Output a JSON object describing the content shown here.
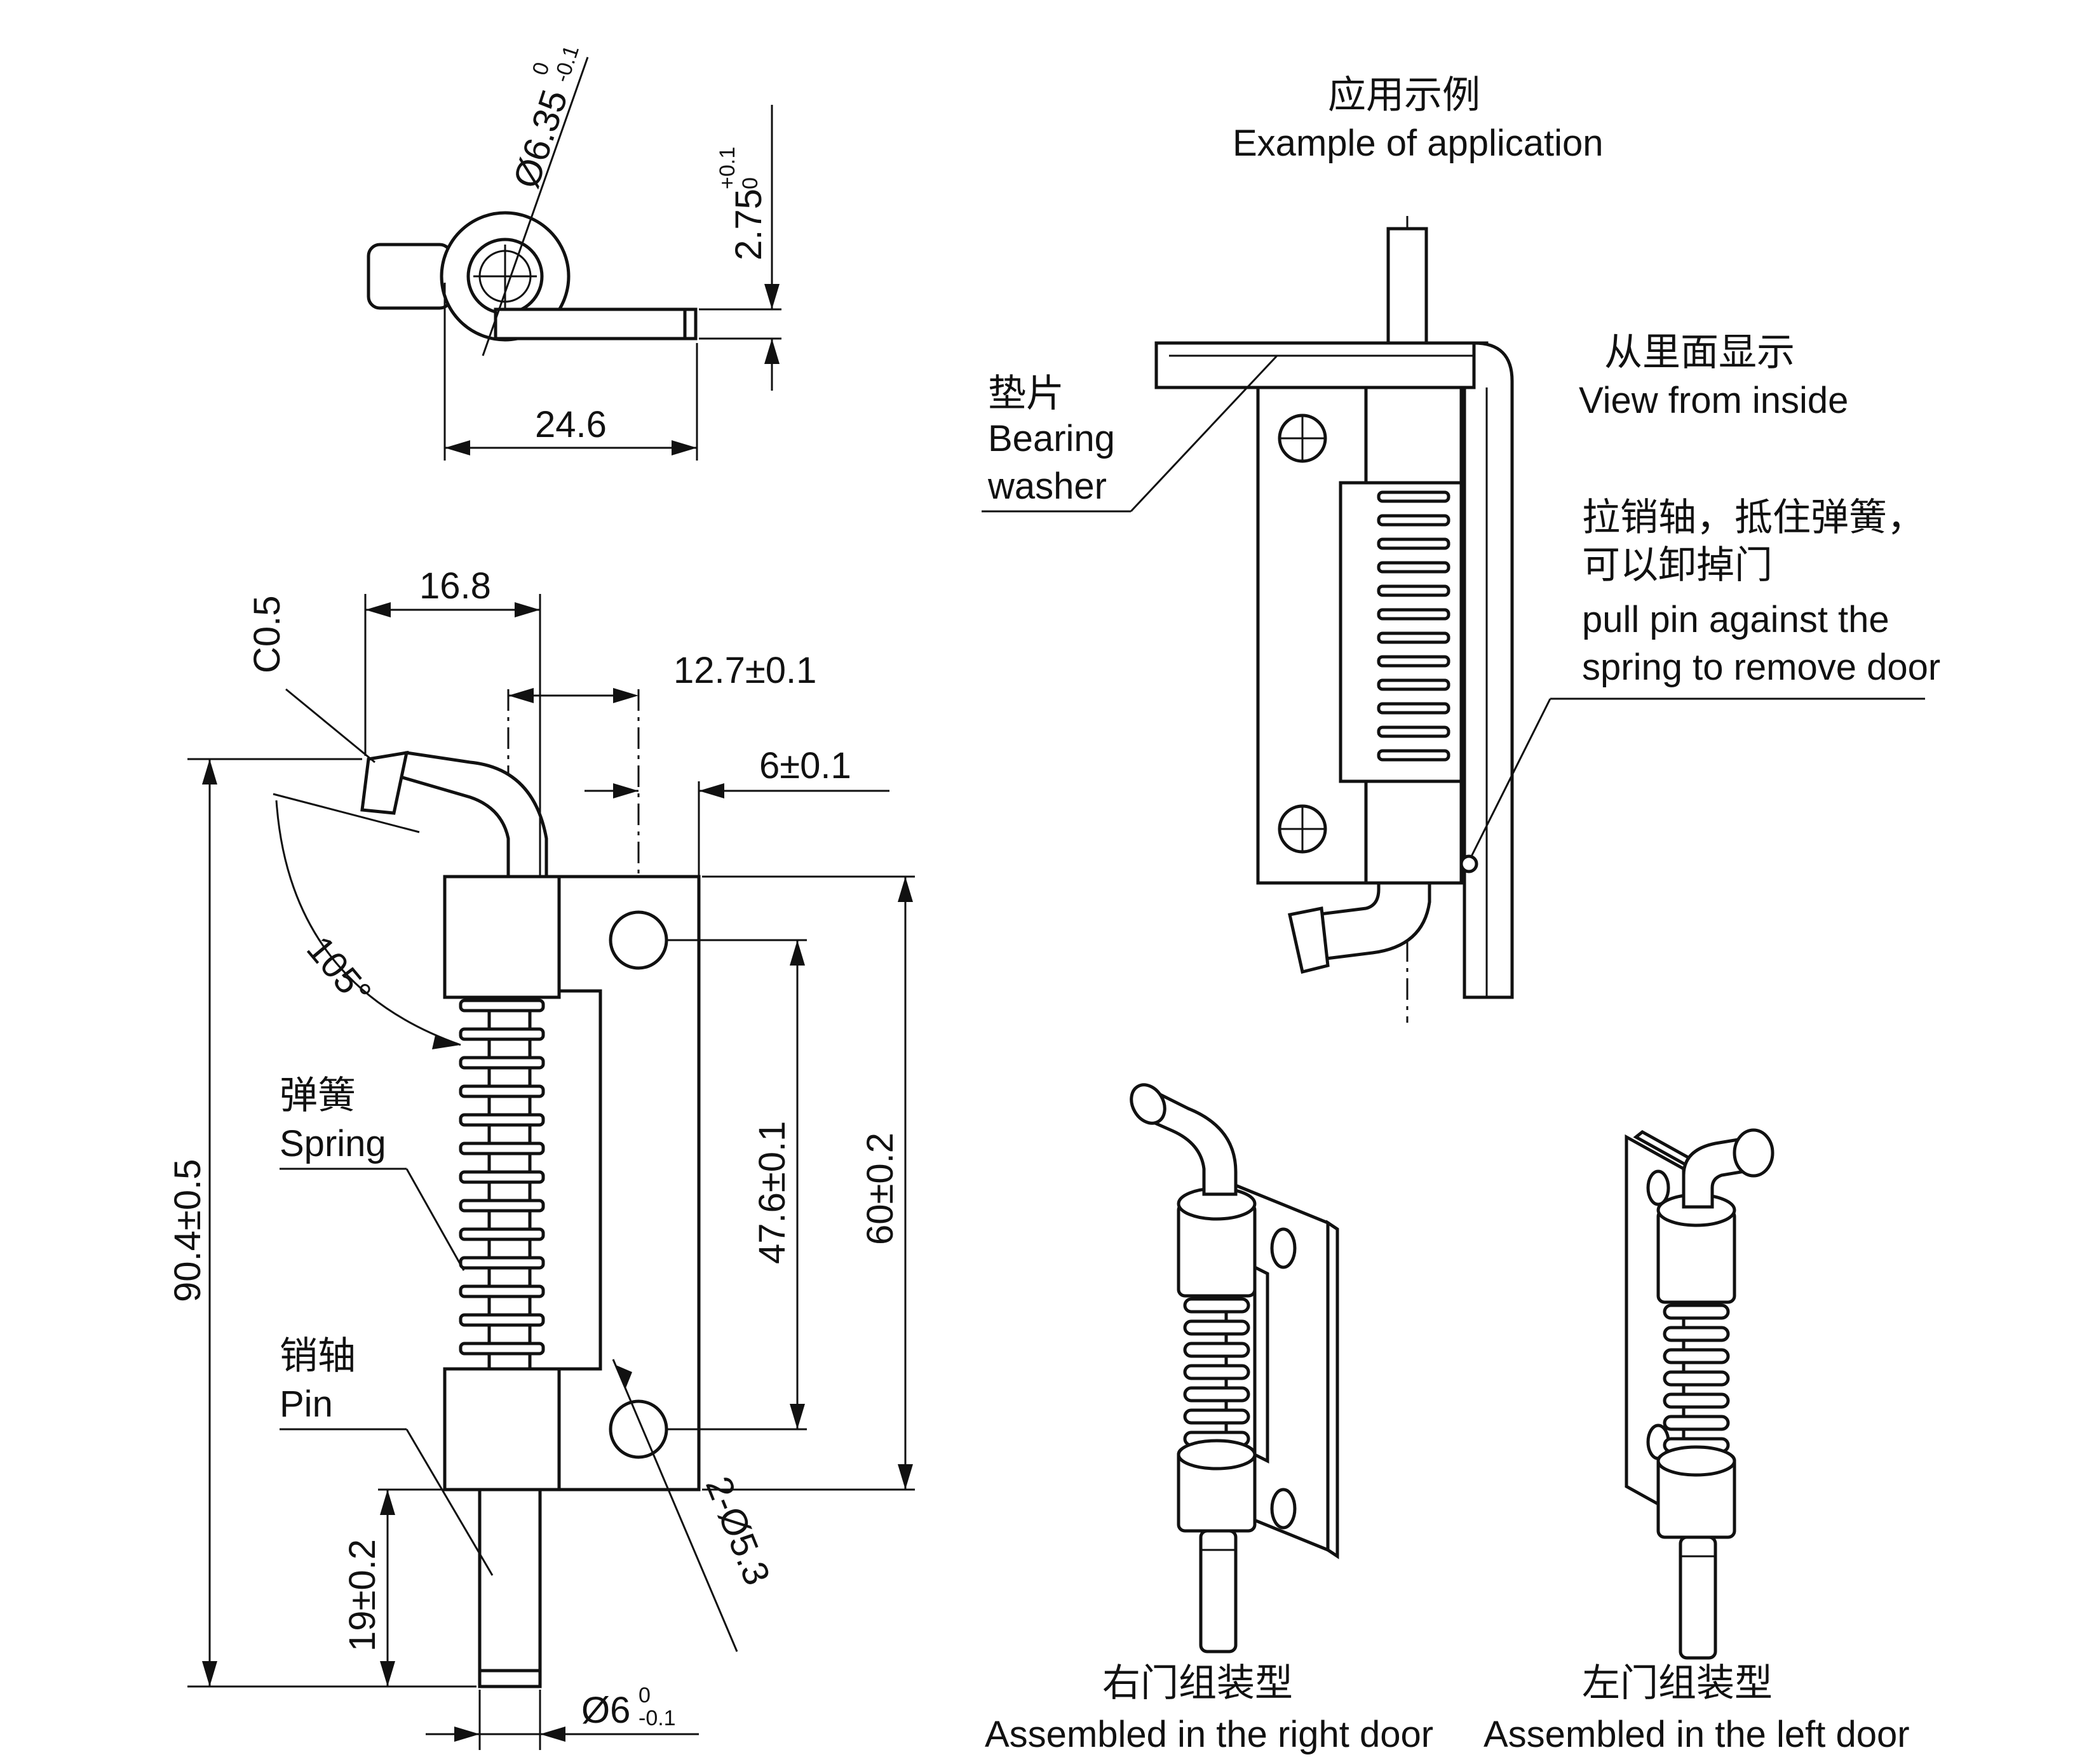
{
  "top_view": {
    "dim_bore": "Ø6.35",
    "dim_bore_tol_upper": "0",
    "dim_bore_tol_lower": "-0.1",
    "dim_thickness": "2.75",
    "dim_thickness_tol_upper": "+0.1",
    "dim_thickness_tol_lower": "0",
    "dim_length": "24.6"
  },
  "front_view": {
    "dim_16_8": "16.8",
    "dim_chamfer": "C0.5",
    "dim_12_7": "12.7±0.1",
    "dim_6": "6±0.1",
    "dim_total_height": "90.4±0.5",
    "dim_angle": "105°",
    "dim_hole_pitch": "47.6±0.1",
    "dim_plate_height": "60±0.2",
    "dim_pin_length": "19±0.2",
    "dim_holes": "2-Ø5.3",
    "dim_pin_dia": "Ø6",
    "dim_pin_dia_tol_upper": "0",
    "dim_pin_dia_tol_lower": "-0.1",
    "label_spring_cn": "弹簧",
    "label_spring_en": "Spring",
    "label_pin_cn": "销轴",
    "label_pin_en": "Pin"
  },
  "application": {
    "title_cn": "应用示例",
    "title_en": "Example of application",
    "washer_cn": "垫片",
    "washer_en_1": "Bearing",
    "washer_en_2": "washer",
    "inside_cn": "从里面显示",
    "inside_en": "View from inside",
    "note_cn_1": "拉销轴，抵住弹簧，",
    "note_cn_2": "可以卸掉门",
    "note_en_1": "pull pin against the",
    "note_en_2": "spring to remove door"
  },
  "iso_views": {
    "right_cn": "右门组装型",
    "right_en": "Assembled in the right door",
    "left_cn": "左门组装型",
    "left_en": "Assembled in the left door"
  }
}
